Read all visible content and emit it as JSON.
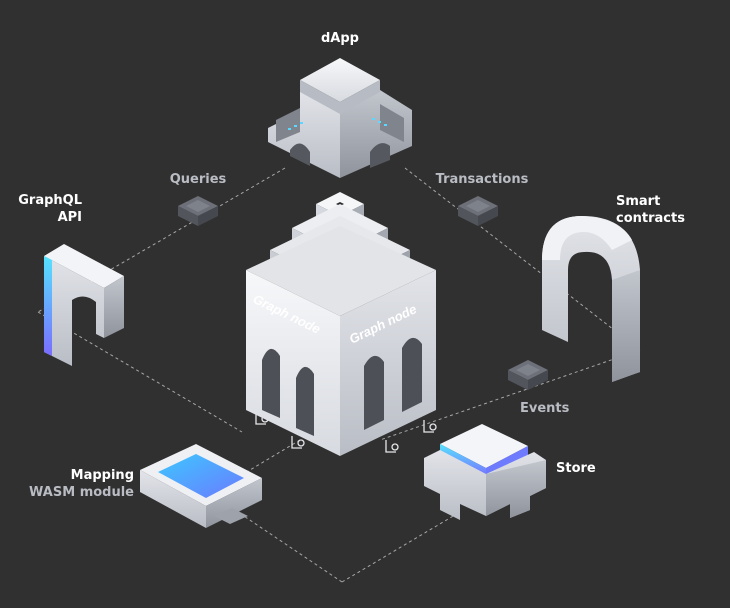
{
  "labels": {
    "dapp": "dApp",
    "queries": "Queries",
    "transactions": "Transactions",
    "graphql_line1": "GraphQL",
    "graphql_line2": "API",
    "smart_line1": "Smart",
    "smart_line2": "contracts",
    "events": "Events",
    "mapping_line1": "Mapping",
    "mapping_line2": "WASM module",
    "store": "Store",
    "graph_node_left": "Graph node",
    "graph_node_right": "Graph node"
  },
  "colors": {
    "background": "#303030",
    "block_light": "#f2f3f6",
    "block_mid": "#cfd2d8",
    "block_dark": "#9a9ea7",
    "accent_cyan": "#4fd6ff",
    "accent_violet": "#7a6cff",
    "label_primary": "#ffffff",
    "label_secondary": "#b9bcc3",
    "dashed_line": "#cfcfcf"
  },
  "icons": {
    "connector": "mini-cube-icon",
    "small_marker": "lo-marker-icon"
  }
}
